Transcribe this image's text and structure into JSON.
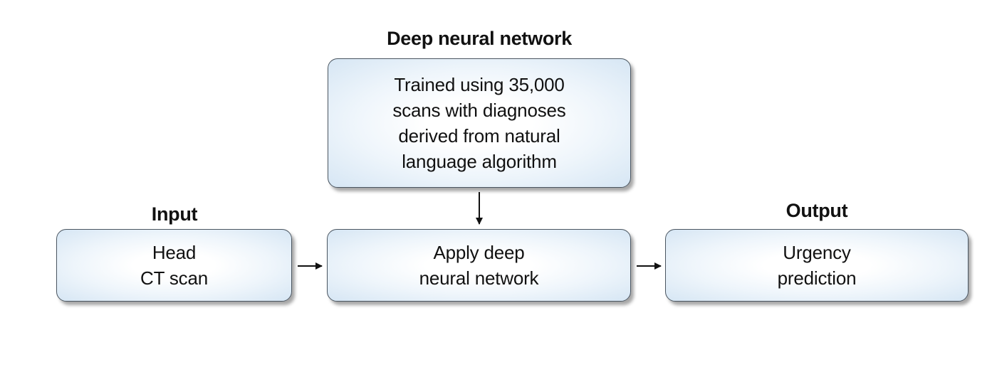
{
  "headings": {
    "dnn": "Deep neural network",
    "input": "Input",
    "output": "Output"
  },
  "boxes": {
    "training": {
      "lines": [
        "Trained using 35,000",
        "scans with diagnoses",
        "derived from natural",
        "language algorithm"
      ]
    },
    "input": {
      "lines": [
        "Head",
        "CT scan"
      ]
    },
    "apply": {
      "lines": [
        "Apply deep",
        "neural network"
      ]
    },
    "output": {
      "lines": [
        "Urgency",
        "prediction"
      ]
    }
  },
  "colors": {
    "box_fill_center": "#ffffff",
    "box_fill_edge": "#d6e6f4",
    "box_border": "#4a5560",
    "arrow": "#111111"
  }
}
